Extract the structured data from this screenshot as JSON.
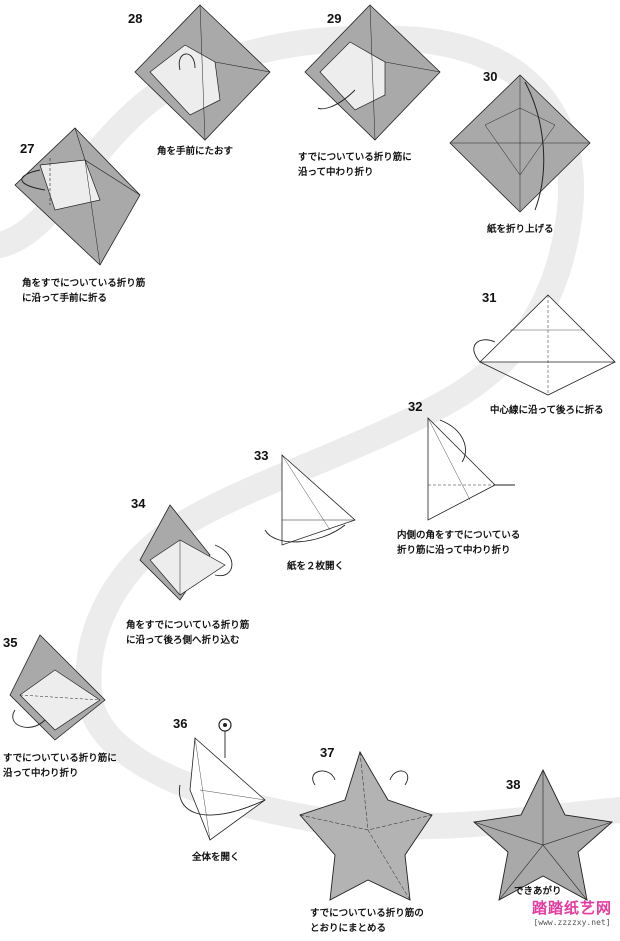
{
  "steps": [
    {
      "number": "27",
      "caption_line1": "角をすでについている折り筋",
      "caption_line2": "に沿って手前に折る"
    },
    {
      "number": "28",
      "caption_line1": "角を手前にたおす",
      "caption_line2": ""
    },
    {
      "number": "29",
      "caption_line1": "すでについている折り筋に",
      "caption_line2": "沿って中わり折り"
    },
    {
      "number": "30",
      "caption_line1": "紙を折り上げる",
      "caption_line2": ""
    },
    {
      "number": "31",
      "caption_line1": "中心線に沿って後ろに折る",
      "caption_line2": ""
    },
    {
      "number": "32",
      "caption_line1": "内側の角をすでについている",
      "caption_line2": "折り筋に沿って中わり折り"
    },
    {
      "number": "33",
      "caption_line1": "紙を２枚開く",
      "caption_line2": ""
    },
    {
      "number": "34",
      "caption_line1": "角をすでについている折り筋",
      "caption_line2": "に沿って後ろ側へ折り込む"
    },
    {
      "number": "35",
      "caption_line1": "すでについている折り筋に",
      "caption_line2": "沿って中わり折り"
    },
    {
      "number": "36",
      "caption_line1": "全体を開く",
      "caption_line2": ""
    },
    {
      "number": "37",
      "caption_line1": "すでについている折り筋の",
      "caption_line2": "とおりにまとめる"
    },
    {
      "number": "38",
      "caption_line1": "できあがり",
      "caption_line2": ""
    }
  ],
  "watermark": {
    "title": "踏踏纸艺网",
    "url": "[www.zzzzxy.net]"
  },
  "colors": {
    "paper_gray": "#a9a9a9",
    "paper_light": "#d9d9d9",
    "path_band": "#ececec",
    "line": "#222222",
    "watermark": "#e63ba0"
  }
}
